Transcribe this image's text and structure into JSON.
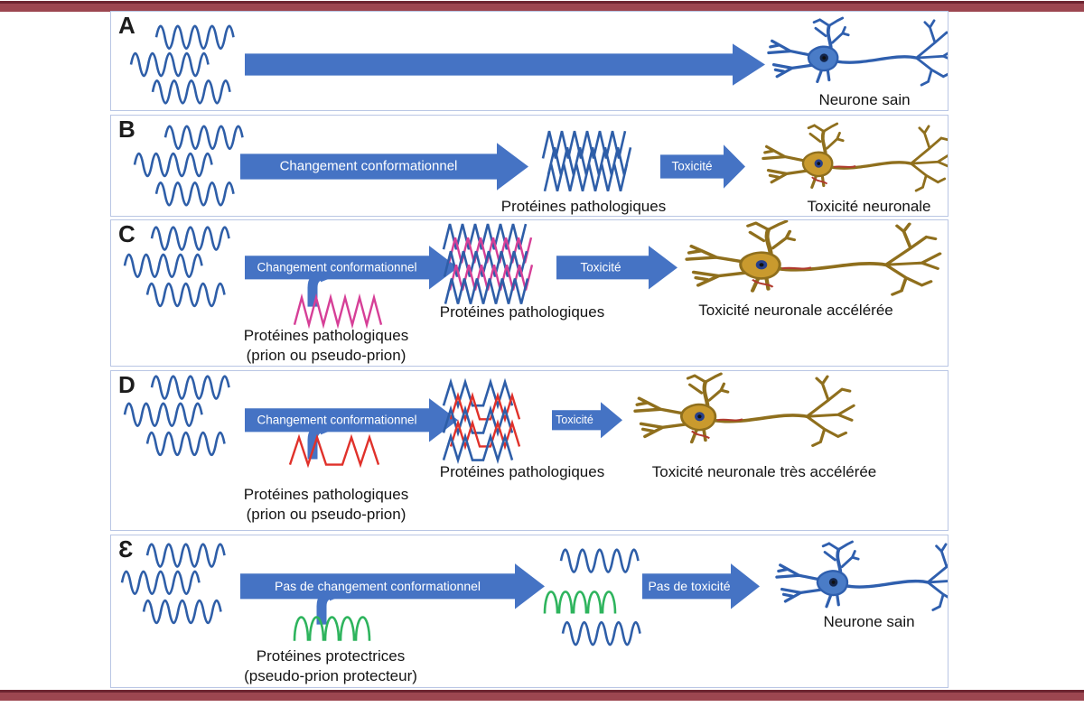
{
  "figure": {
    "type": "scientific-figure",
    "language": "fr",
    "colors": {
      "frame_maroon": "#9c4650",
      "panel_border": "#b9c6e4",
      "arrow_blue": "#4573c4",
      "protein_blue": "#2e5ea8",
      "prion_pink": "#d63f97",
      "prion_red": "#e0312a",
      "protector_green": "#2eb45d",
      "toxic_neuron_gold": "#c99a2e",
      "healthy_neuron_blue": "#4a7cc7"
    }
  },
  "panels": [
    {
      "label": "A",
      "neuron_caption": "Neurone sain"
    },
    {
      "label": "B",
      "arrow1": "Changement conformationnel",
      "aggregate_caption": "Protéines pathologiques",
      "arrow2": "Toxicité",
      "neuron_caption": "Toxicité neuronale"
    },
    {
      "label": "C",
      "arrow1": "Changement conformationnel",
      "seed_caption_line1": "Protéines pathologiques",
      "seed_caption_line2": "(prion ou pseudo-prion)",
      "aggregate_caption": "Protéines pathologiques",
      "arrow2": "Toxicité",
      "neuron_caption": "Toxicité neuronale accélérée"
    },
    {
      "label": "D",
      "arrow1": "Changement conformationnel",
      "seed_caption_line1": "Protéines pathologiques",
      "seed_caption_line2": "(prion ou pseudo-prion)",
      "aggregate_caption": "Protéines pathologiques",
      "arrow2": "Toxicité",
      "neuron_caption": "Toxicité neuronale très accélérée"
    },
    {
      "label": "Ɛ",
      "arrow1": "Pas de changement conformationnel",
      "seed_caption_line1": "Protéines protectrices",
      "seed_caption_line2": "(pseudo-prion protecteur)",
      "arrow2": "Pas de toxicité",
      "neuron_caption": "Neurone sain"
    }
  ]
}
